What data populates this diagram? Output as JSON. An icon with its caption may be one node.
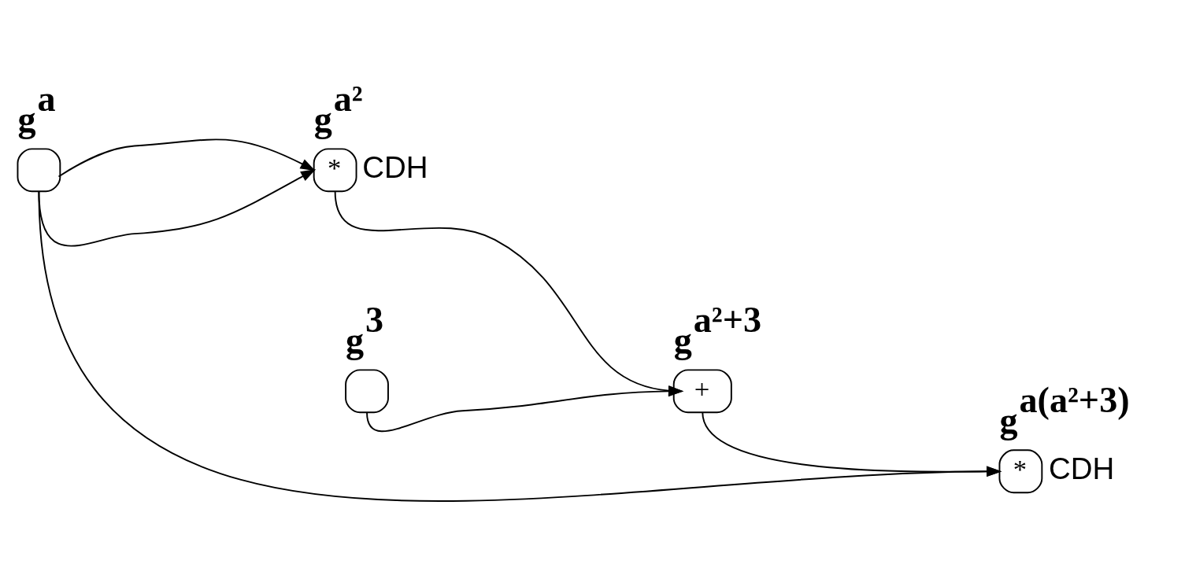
{
  "diagram": {
    "nodes": [
      {
        "text": [
          "g$^{a}$"
        ]
      },
      {
        "text": [
          "g$^{a²}$",
          "*"
        ],
        "beside": [
          "CDH"
        ]
      },
      {
        "text": [
          "g$^{a²+3}$",
          "+"
        ]
      },
      {
        "text": [
          "g$^{a(a²+3)}$",
          "*"
        ],
        "beside": [
          "CDH"
        ]
      },
      {
        "text": [
          "g$^{3}$"
        ]
      }
    ],
    "edges": [
      {
        "from": 0,
        "to": 3,
        "arrow": "to"
      },
      {
        "from": 0,
        "to": 1,
        "arrow": "to"
      },
      {
        "from": 0,
        "to": 1,
        "arrow": "to"
      },
      {
        "from": 1,
        "to": 2,
        "arrow": "to"
      },
      {
        "from": 2,
        "to": 3,
        "arrow": "to"
      },
      {
        "from": 4,
        "to": 2,
        "arrow": "to"
      }
    ]
  }
}
